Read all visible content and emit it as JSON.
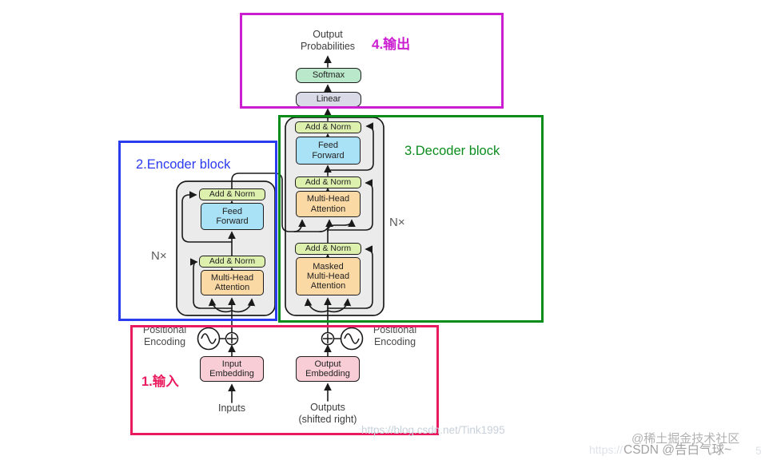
{
  "annotations": {
    "output_region": "4.输出",
    "encoder_region": "2.Encoder block",
    "decoder_region": "3.Decoder block",
    "input_region": "1.输入"
  },
  "diagram": {
    "output_probabilities": "Output\nProbabilities",
    "softmax": "Softmax",
    "linear": "Linear",
    "add_norm": "Add & Norm",
    "feed_forward": "Feed\nForward",
    "multi_head_attention": "Multi-Head\nAttention",
    "masked_multi_head_attention": "Masked\nMulti-Head\nAttention",
    "input_embedding": "Input\nEmbedding",
    "output_embedding": "Output\nEmbedding",
    "positional_encoding": "Positional\nEncoding",
    "inputs": "Inputs",
    "outputs_shifted": "Outputs\n(shifted right)",
    "n_times": "N×"
  },
  "watermarks": {
    "url": "https://blog.csdn.net/Tink1995",
    "juejin": "@稀土掘金技术社区",
    "csdn": "CSDN @告白气球~",
    "faint_url_prefix": "https://",
    "faint_url_suffix": "5"
  },
  "colors": {
    "annotation_magenta": "#cb1ed1",
    "annotation_blue": "#2a3cee",
    "annotation_green": "#0a8c1a",
    "annotation_pink": "#ea1a5e",
    "softmax_fill": "#b9e8ca",
    "linear_fill": "#d9d9e8",
    "add_norm_fill": "#def0ae",
    "feed_forward_fill": "#a9e1f6",
    "attention_fill": "#fbd9a4",
    "embedding_fill": "#f8cdd6",
    "container_fill": "#ebebeb"
  }
}
